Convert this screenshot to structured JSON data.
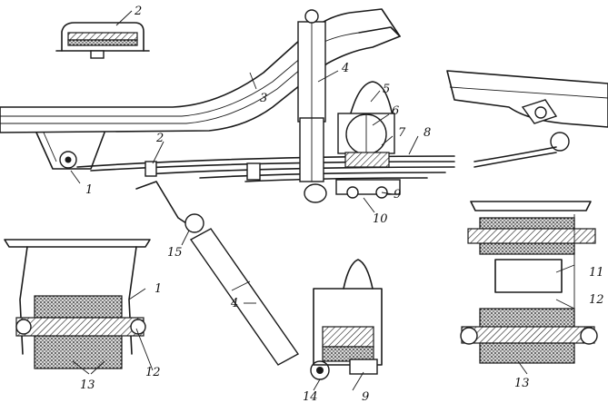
{
  "callouts": {
    "1a": "1",
    "1b": "1",
    "2a": "2",
    "2b": "2",
    "3": "3",
    "4a": "4",
    "4b": "4",
    "5": "5",
    "6": "6",
    "7": "7",
    "8": "8",
    "9a": "9",
    "9b": "9",
    "10": "10",
    "11": "11",
    "12a": "12",
    "12b": "12",
    "13a": "13",
    "13b": "13",
    "14": "14",
    "15": "15"
  }
}
